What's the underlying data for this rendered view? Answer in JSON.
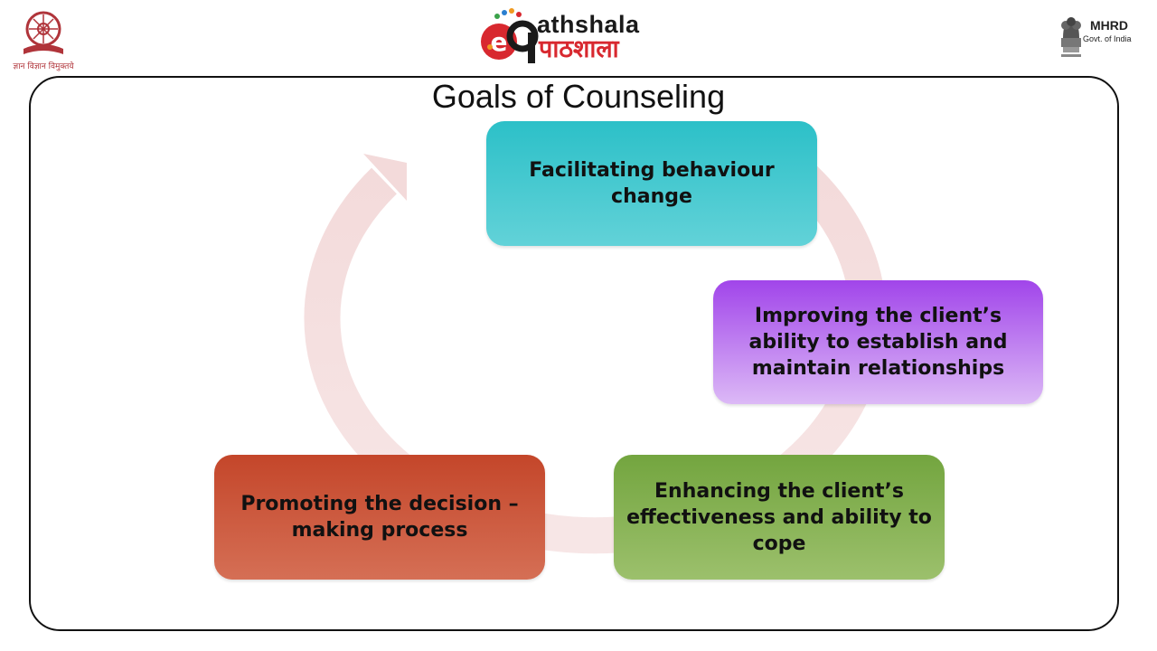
{
  "header": {
    "left_logo": {
      "caption": "ज्ञान विज्ञान विमुक्तये",
      "icon": "ugc-emblem-icon"
    },
    "center_logo": {
      "brand_top": "athshala",
      "brand_bottom": "पाठशाला",
      "icon": "epathshala-logo-icon"
    },
    "right_logo": {
      "line1": "MHRD",
      "line2": "Govt. of India",
      "icon": "national-emblem-icon"
    }
  },
  "slide": {
    "title": "Goals of Counseling",
    "colors": {
      "cycle_arrow": "#f0d8d8",
      "teal": "#2cc0c8",
      "purple": "#a145ea",
      "green": "#73a53f",
      "orange": "#c4462a"
    },
    "boxes": [
      {
        "text": "Facilitating behaviour change",
        "color": "teal"
      },
      {
        "text": "Improving the client’s ability to establish and maintain relationships",
        "color": "purple"
      },
      {
        "text": "Enhancing the client’s effectiveness and ability to cope",
        "color": "green"
      },
      {
        "text": "Promoting the decision – making process",
        "color": "orange"
      }
    ]
  }
}
